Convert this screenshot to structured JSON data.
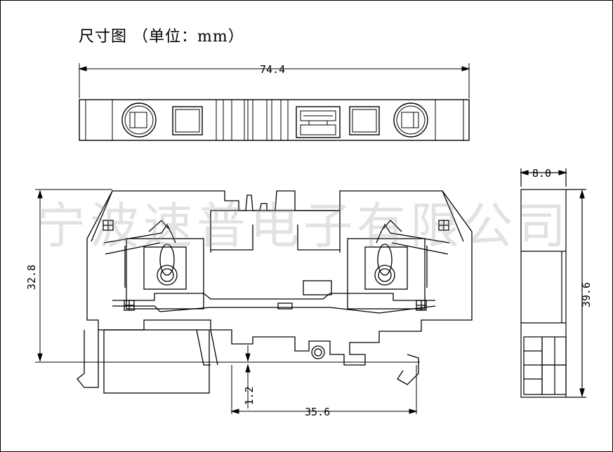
{
  "title": "尺寸图 （单位：mm）",
  "watermark": "宁波速普电子有限公司",
  "dimensions": {
    "top_width": "74.4",
    "side_width": "8.0",
    "height_left": "32.8",
    "height_right": "39.6",
    "rail_offset": "1.2",
    "rail_width": "35.6"
  },
  "colors": {
    "line": "#000000",
    "watermark": "#9a9a9a"
  }
}
